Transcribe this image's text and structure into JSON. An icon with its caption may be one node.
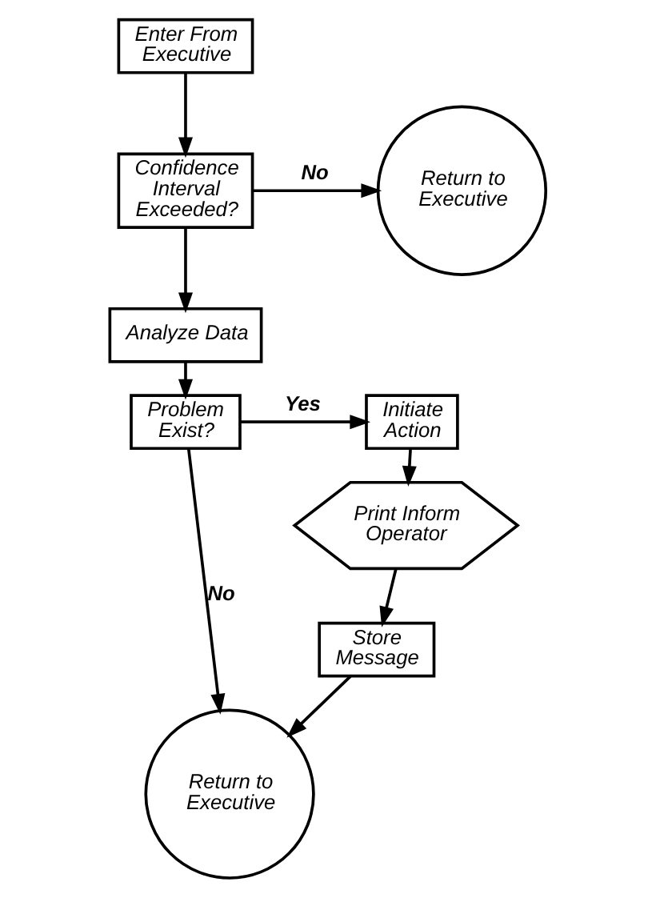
{
  "diagram": {
    "nodes": [
      {
        "text": [
          "Enter From Executive"
        ]
      },
      {
        "text": [
          "Confidence Interval Exceeded?"
        ]
      },
      {
        "text": [
          "Return to Executive"
        ]
      },
      {
        "text": [
          "Analyze Data"
        ]
      },
      {
        "text": [
          "Problem Exist?"
        ]
      },
      {
        "text": [
          "Initiate Action"
        ]
      },
      {
        "text": [
          "Print Inform Operator"
        ]
      },
      {
        "text": [
          "Return to Executive"
        ]
      },
      {
        "text": [
          "Store Message"
        ]
      }
    ],
    "edges": [
      {
        "from": 0,
        "to": 1,
        "arrow": "to"
      },
      {
        "from": 1,
        "to": 2,
        "arrow": "to",
        "label": "No"
      },
      {
        "from": 1,
        "to": 3,
        "arrow": "to"
      },
      {
        "from": 3,
        "to": 4,
        "arrow": "to"
      },
      {
        "from": 4,
        "to": 5,
        "arrow": "to",
        "label": "Yes"
      },
      {
        "from": 4,
        "to": 7,
        "arrow": "to",
        "label": "No"
      },
      {
        "from": 5,
        "to": 6,
        "arrow": "to"
      },
      {
        "from": 6,
        "to": 8,
        "arrow": "to"
      },
      {
        "from": 8,
        "to": 7,
        "arrow": "to"
      }
    ]
  }
}
